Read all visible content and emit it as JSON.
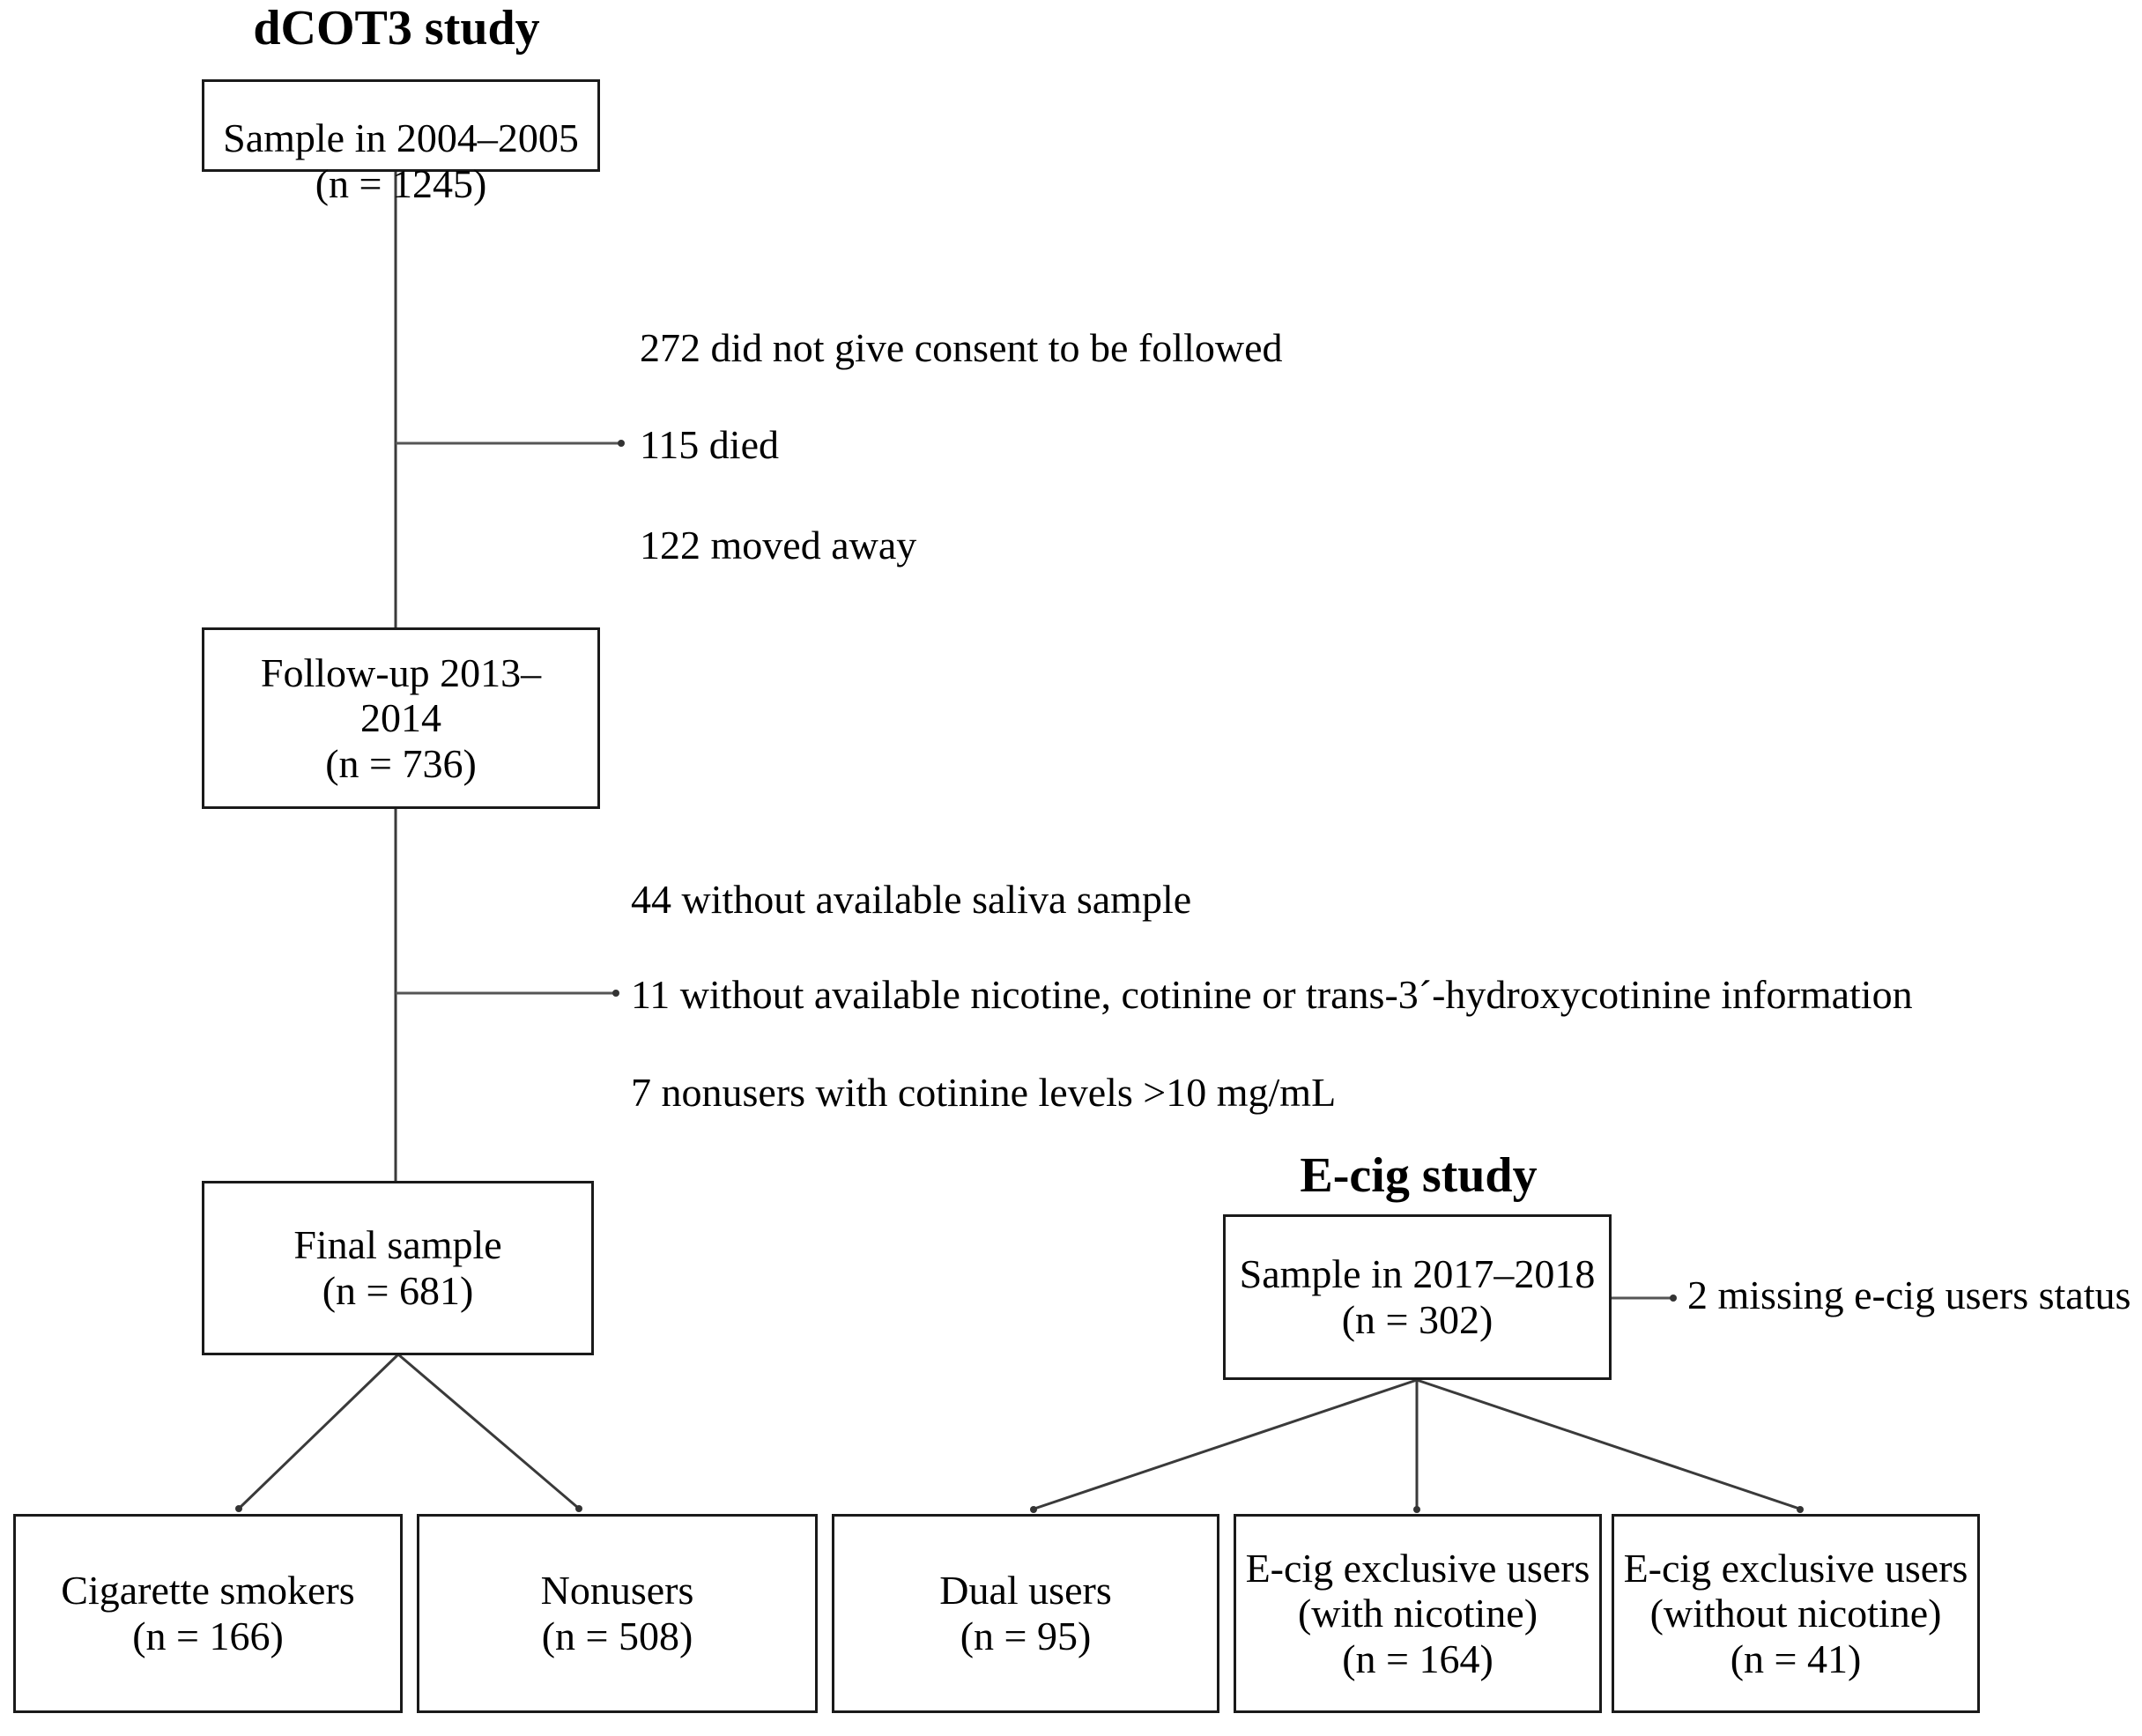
{
  "diagram": {
    "type": "flowchart",
    "title_left": "dCOT3 study",
    "title_right": "E-cig study",
    "nodes": {
      "baseline": {
        "line1": "Sample in 2004–2005",
        "line2": "(n = 1245)"
      },
      "followup": {
        "line1": "Follow-up 2013–",
        "line2": "2014",
        "line3": "(n = 736)"
      },
      "final": {
        "line1": "Final sample",
        "line2": "(n = 681)"
      },
      "ecig_sample": {
        "line1": "Sample in 2017–2018",
        "line2": "(n = 302)"
      },
      "cigarette_smokers": {
        "line1": "Cigarette smokers",
        "line2": "(n = 166)"
      },
      "nonusers": {
        "line1": "Nonusers",
        "line2": "(n = 508)"
      },
      "dual_users": {
        "line1": "Dual users",
        "line2": "(n = 95)"
      },
      "ecig_with_nicotine": {
        "line1": "E-cig exclusive users",
        "line2": "(with nicotine)",
        "line3": "(n = 164)"
      },
      "ecig_without_nicotine": {
        "line1": "E-cig exclusive users",
        "line2": "(without nicotine)",
        "line3": "(n = 41)"
      }
    },
    "exclusions_stage1": [
      "272 did not give consent to be followed",
      "115 died",
      "122 moved away"
    ],
    "exclusions_stage2": [
      "44 without available saliva sample",
      "11 without available nicotine, cotinine or trans-3´-hydroxycotinine information",
      "7 nonusers with cotinine levels >10 mg/mL"
    ],
    "exclusions_ecig": [
      "2 missing e-cig users status"
    ],
    "colors": {
      "box_border": "#1a1a1a",
      "connector": "#3a3a3a",
      "text": "#000000",
      "background": "#ffffff"
    }
  }
}
